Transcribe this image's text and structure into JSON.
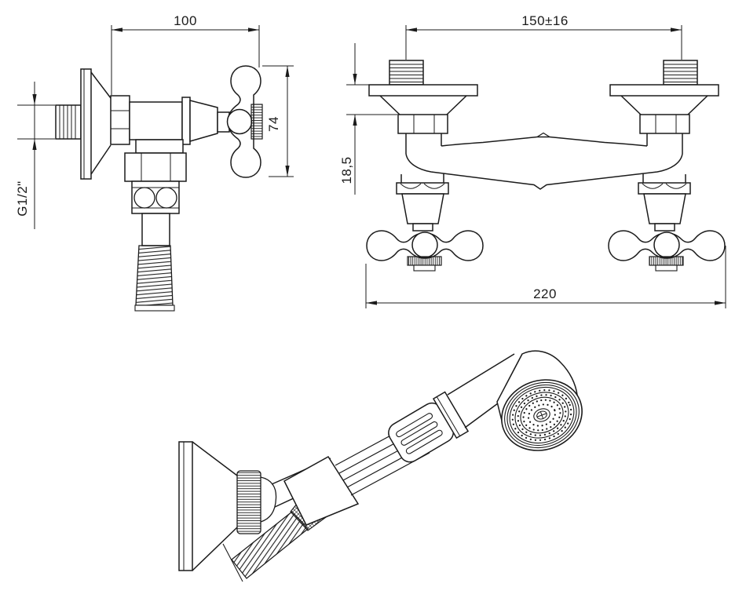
{
  "drawing": {
    "background": "#ffffff",
    "line_color": "#1b1b1b",
    "views": {
      "side": {
        "label": "side view of wall shower valve",
        "dim_width": "100",
        "dim_height": "74",
        "thread": "G1/2\""
      },
      "front": {
        "label": "front view of two-handle shower mixer",
        "dim_centers": "150±16",
        "dim_depth": "18,5",
        "dim_overall": "220"
      },
      "hand_shower": {
        "label": "hand shower with wall bracket and hose"
      }
    }
  }
}
